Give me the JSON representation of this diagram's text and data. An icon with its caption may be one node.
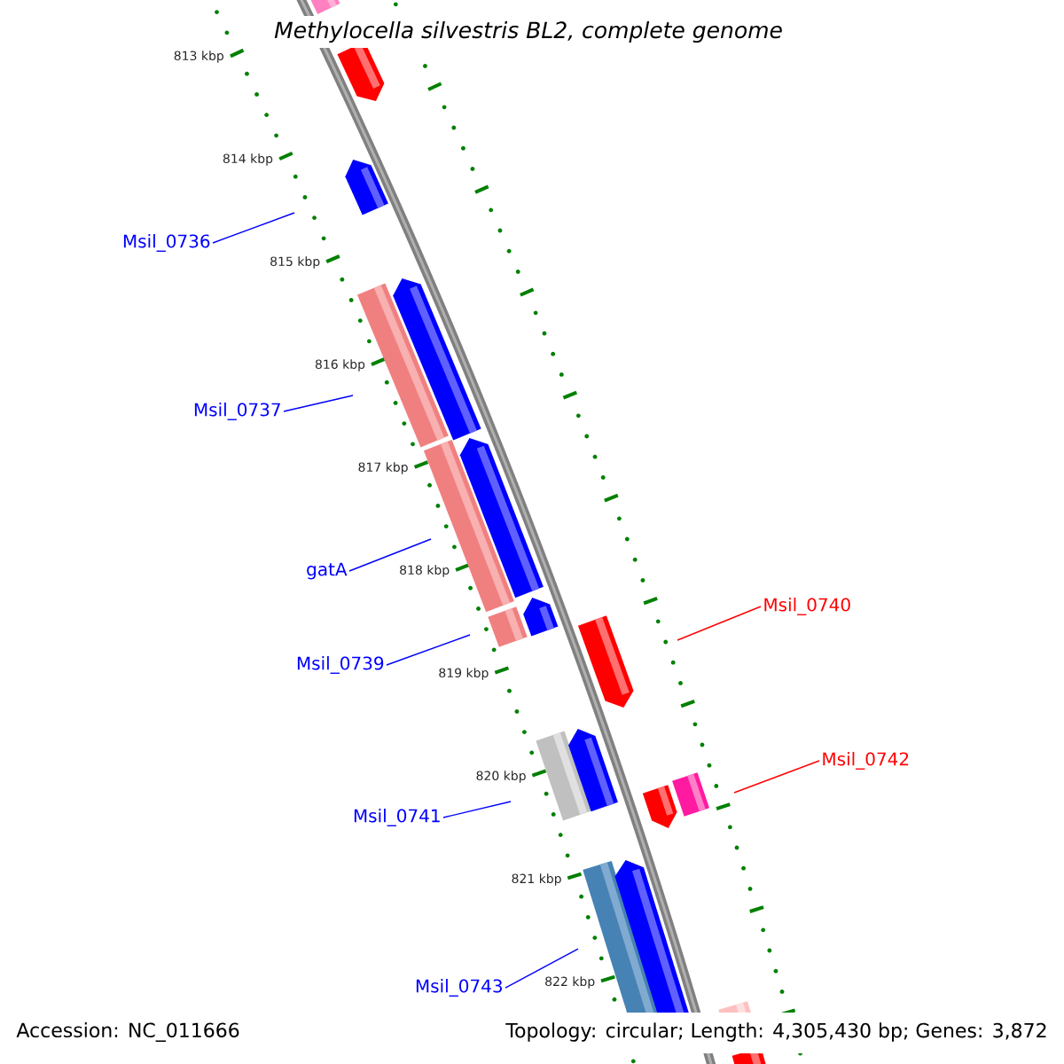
{
  "diagram": {
    "title": "Methylocella silvestris BL2, complete genome",
    "nodes": [
      {
        "text": [
          "Msil_0736"
        ]
      },
      {
        "text": [
          "Msil_0737"
        ]
      },
      {
        "text": [
          "gatA"
        ]
      },
      {
        "text": [
          "Msil_0739"
        ]
      },
      {
        "text": [
          "Msil_0740"
        ]
      },
      {
        "text": [
          "Msil_0741"
        ]
      },
      {
        "text": [
          "Msil_0742"
        ]
      },
      {
        "text": [
          "Msil_0743"
        ]
      }
    ],
    "edges": [
      {
        "from": 0,
        "to": null,
        "arrow": "none"
      },
      {
        "from": 1,
        "to": null,
        "arrow": "none"
      },
      {
        "from": 2,
        "to": null,
        "arrow": "none"
      },
      {
        "from": 3,
        "to": null,
        "arrow": "none"
      },
      {
        "from": 4,
        "to": null,
        "arrow": "none",
        "color": "#ff0000"
      },
      {
        "from": 5,
        "to": null,
        "arrow": "none"
      },
      {
        "from": 6,
        "to": null,
        "arrow": "none",
        "color": "#ff0000"
      },
      {
        "from": 7,
        "to": null,
        "arrow": "none"
      }
    ],
    "labels": [
      "813 kbp",
      "814 kbp",
      "815 kbp",
      "816 kbp",
      "817 kbp",
      "818 kbp",
      "819 kbp",
      "820 kbp",
      "821 kbp",
      "822 kbp",
      "Accession: NC_011666",
      "Topology: circular; Length: 4,305,430 bp; Genes: 3,872"
    ]
  }
}
